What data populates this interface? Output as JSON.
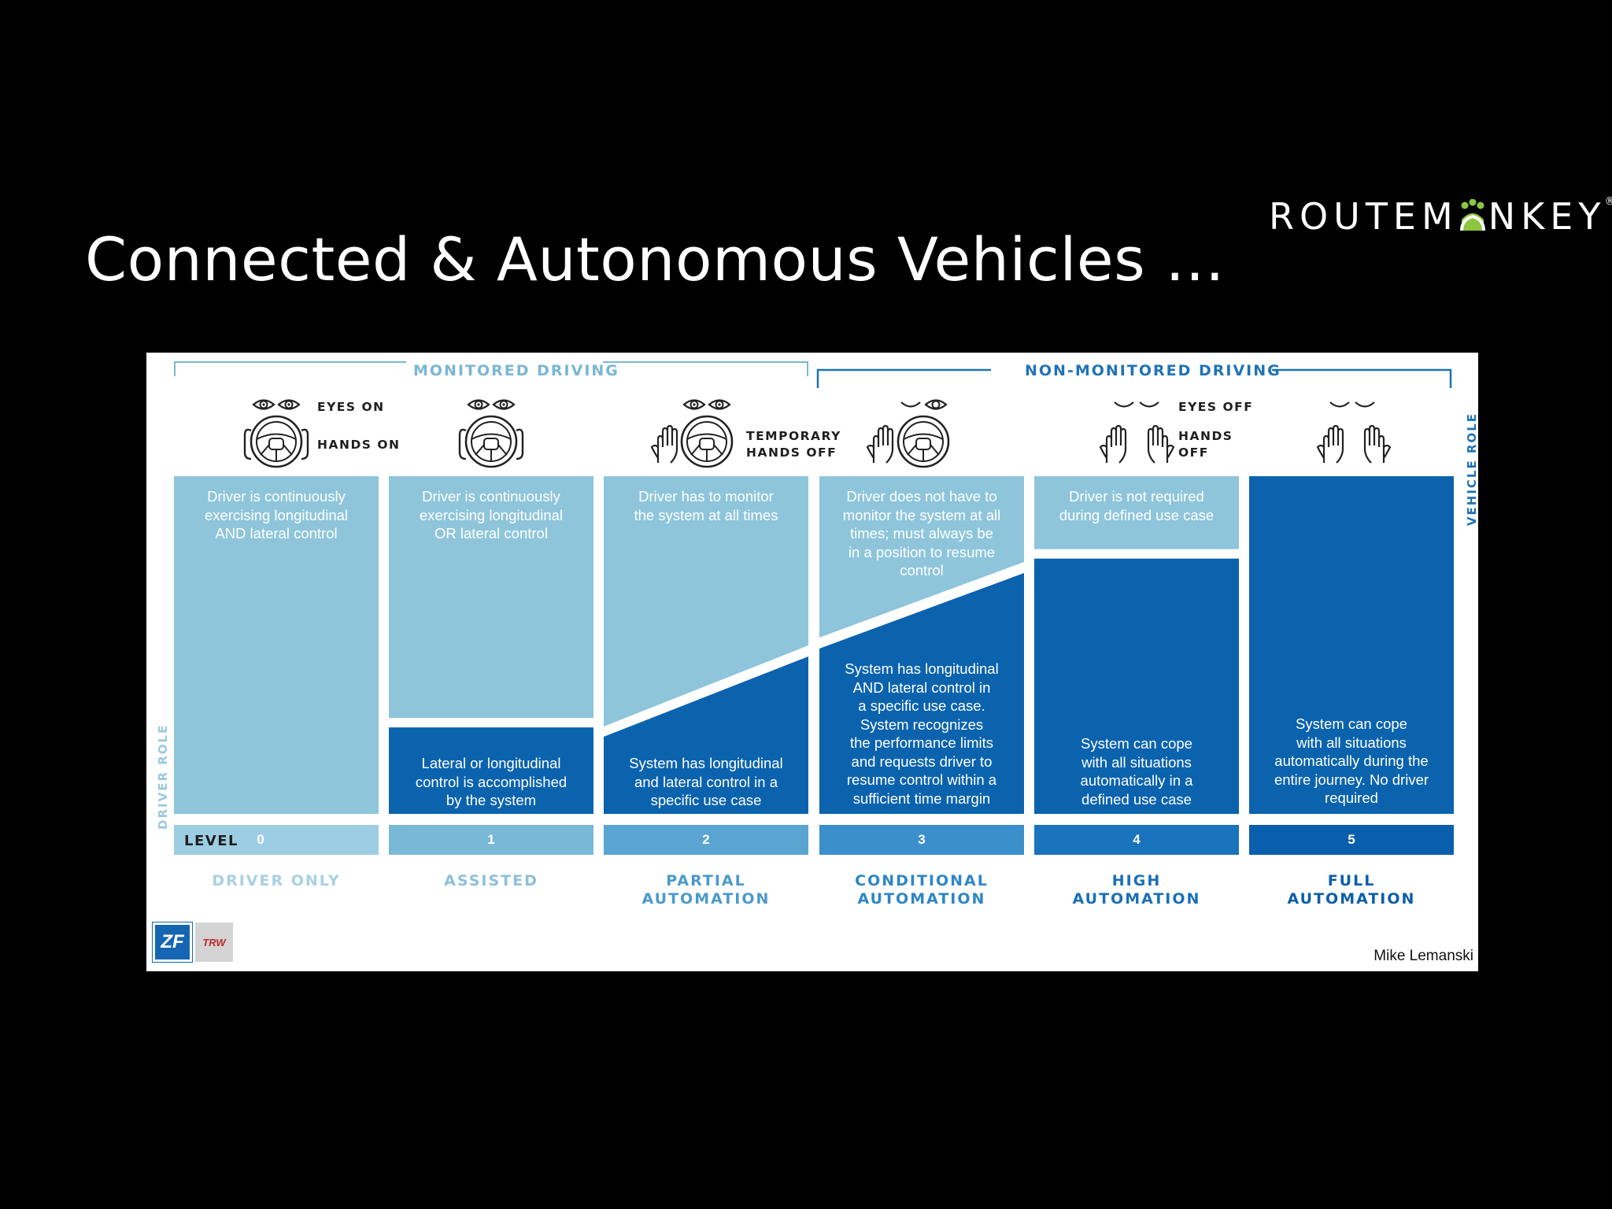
{
  "slide": {
    "title": "Connected & Autonomous Vehicles …",
    "logo_text": "ROUTEMONKEY",
    "logo_reg": "®"
  },
  "diagram": {
    "header_monitored": "MONITORED DRIVING",
    "header_non_monitored": "NON-MONITORED DRIVING",
    "driver_role_label": "DRIVER ROLE",
    "vehicle_role_label": "VEHICLE ROLE",
    "level_label": "LEVEL",
    "icon_labels": {
      "eyes_on": "EYES ON",
      "hands_on": "HANDS ON",
      "temporary": "TEMPORARY",
      "hands_off": "HANDS OFF",
      "eyes_off": "EYES OFF",
      "hands": "HANDS",
      "off": "OFF"
    },
    "levels": [
      {
        "num": "0",
        "driver_text": [
          "Driver is continuously",
          "exercising longitudinal",
          "AND lateral control"
        ],
        "system_text": [],
        "name": [
          "DRIVER ONLY"
        ],
        "driver_fraction": 1.0
      },
      {
        "num": "1",
        "driver_text": [
          "Driver is continuously",
          "exercising longitudinal",
          "OR lateral control"
        ],
        "system_text": [
          "Lateral or longitudinal",
          "control is accomplished",
          "by the system"
        ],
        "name": [
          "ASSISTED"
        ],
        "driver_fraction": 0.73
      },
      {
        "num": "2",
        "driver_text": [
          "Driver has to monitor",
          "the system at all times"
        ],
        "system_text": [
          "System has longitudinal",
          "and lateral control in a",
          "specific use case"
        ],
        "name": [
          "PARTIAL",
          "AUTOMATION"
        ],
        "driver_fraction": 0.5
      },
      {
        "num": "3",
        "driver_text": [
          "Driver does not have to",
          "monitor the system at all",
          "times; must always be",
          "in a position to resume",
          "control"
        ],
        "system_text": [
          "System has longitudinal",
          "AND lateral control in",
          "a specific use case.",
          "System recognizes",
          "the performance limits",
          "and requests driver to",
          "resume control within a",
          "sufficient time margin"
        ],
        "name": [
          "CONDITIONAL",
          "AUTOMATION"
        ],
        "driver_fraction": 0.35
      },
      {
        "num": "4",
        "driver_text": [
          "Driver is not required",
          "during defined use case"
        ],
        "system_text": [
          "System can cope",
          "with all situations",
          "automatically in a",
          "defined use case"
        ],
        "name": [
          "HIGH",
          "AUTOMATION"
        ],
        "driver_fraction": 0.23
      },
      {
        "num": "5",
        "driver_text": [],
        "system_text": [
          "System can cope",
          "with all situations",
          "automatically during the",
          "entire journey. No driver",
          "required"
        ],
        "name": [
          "FULL",
          "AUTOMATION"
        ],
        "driver_fraction": 0.0
      }
    ],
    "logo_zf": "ZF",
    "logo_trw": "TRW",
    "credit": "Mike Lemanski",
    "colors": {
      "driver_fill": "#8ec5db",
      "system_fill": "#0b63ae",
      "header_light": "#7ab7d3",
      "header_dark": "#1f73b7",
      "level_colors": [
        "#9dcde2",
        "#7ab8d8",
        "#59a4d1",
        "#3b8fcb",
        "#1a74bd",
        "#0a5fad"
      ],
      "name_colors": [
        "#a8d0e3",
        "#8ec0da",
        "#4a9acc",
        "#2e86c5",
        "#1a70b8",
        "#0c5ea8"
      ]
    }
  }
}
